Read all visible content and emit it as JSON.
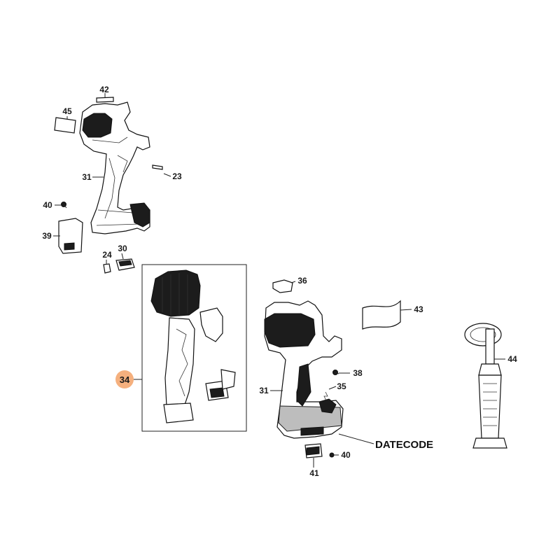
{
  "diagram": {
    "highlight_color": "#f5b07e",
    "callouts": {
      "c42": "42",
      "c45": "45",
      "c31a": "31",
      "c23": "23",
      "c40a": "40",
      "c39": "39",
      "c24": "24",
      "c30": "30",
      "c34": "34",
      "c36": "36",
      "c43": "43",
      "c44": "44",
      "c38": "38",
      "c35": "35",
      "c31b": "31",
      "c40b": "40",
      "c41": "41",
      "datecode": "DATECODE"
    }
  }
}
